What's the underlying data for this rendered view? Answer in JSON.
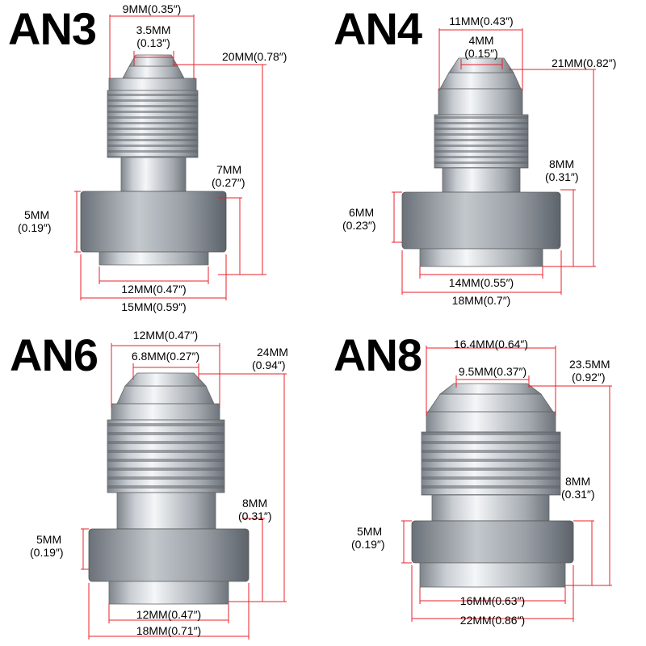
{
  "colors": {
    "dimension_line": "#e8202a",
    "metal_light": "#eef0f2",
    "metal_dark": "#8a8f96"
  },
  "panels": [
    {
      "title": "AN3",
      "labels": {
        "tip": "3.5MM",
        "tip_in": "(0.13″)",
        "thread": "9MM(0.35″)",
        "height": "20MM(0.78″)",
        "lower": "7MM",
        "lower_in": "(0.27″)",
        "flange": "5MM",
        "flange_in": "(0.19″)",
        "base": "12MM(0.47″)",
        "flange_dia": "15MM(0.59″)"
      }
    },
    {
      "title": "AN4",
      "labels": {
        "thread": "11MM(0.43″)",
        "tip": "4MM",
        "tip_in": "(0.15″)",
        "height": "21MM(0.82″)",
        "lower": "8MM",
        "lower_in": "(0.31″)",
        "flange": "6MM",
        "flange_in": "(0.23″)",
        "base": "14MM(0.55″)",
        "flange_dia": "18MM(0.7″)"
      }
    },
    {
      "title": "AN6",
      "labels": {
        "thread": "12MM(0.47″)",
        "tip": "6.8MM(0.27″)",
        "height": "24MM",
        "height_in": "(0.94″)",
        "lower": "8MM",
        "lower_in": "(0.31″)",
        "flange": "5MM",
        "flange_in": "(0.19″)",
        "base": "12MM(0.47″)",
        "flange_dia": "18MM(0.71″)"
      }
    },
    {
      "title": "AN8",
      "labels": {
        "thread": "16.4MM(0.64″)",
        "tip": "9.5MM(0.37″)",
        "height": "23.5MM",
        "height_in": "(0.92″)",
        "lower": "8MM",
        "lower_in": "(0.31″)",
        "flange": "5MM",
        "flange_in": "(0.19″)",
        "base": "16MM(0.63″)",
        "flange_dia": "22MM(0.86″)"
      }
    }
  ]
}
